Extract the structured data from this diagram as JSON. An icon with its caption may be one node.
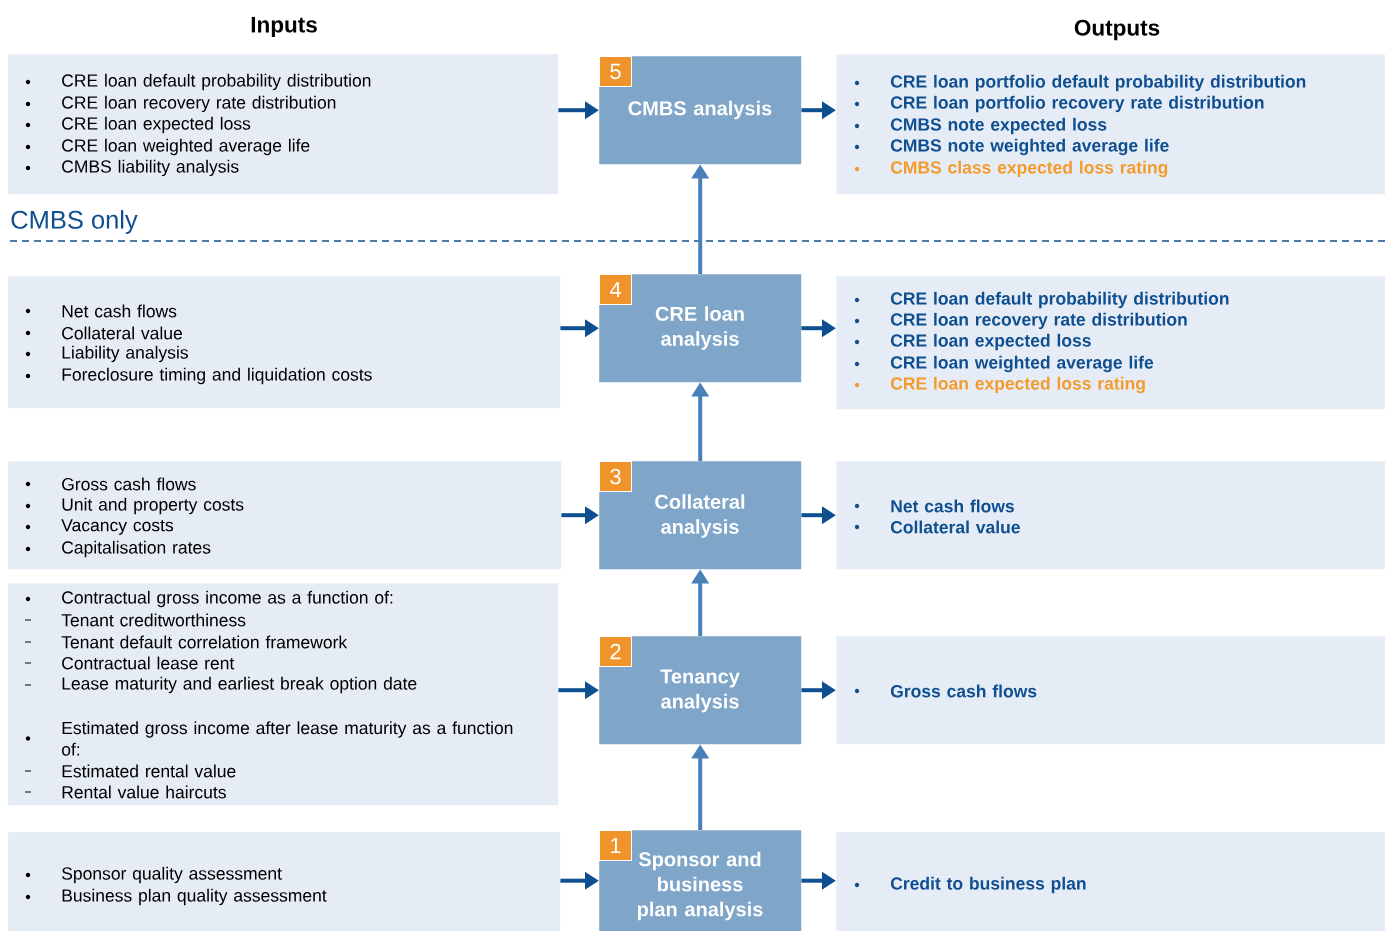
{
  "diagram": {
    "nodes": [
      {
        "text": [
          "CRE loan default probability distribution",
          "CRE loan recovery rate distribution",
          "CRE loan expected loss",
          "CRE loan weighted average life",
          "CMBS liability analysis"
        ]
      },
      {
        "text": [
          "5",
          "CMBS analysis"
        ]
      },
      {
        "text": [
          "CRE loan portfolio default probability distribution",
          "CRE loan portfolio recovery rate distribution",
          "CMBS note expected loss",
          "CMBS note weighted average life",
          "CMBS class expected loss rating"
        ]
      },
      {
        "text": [
          "Net cash flows",
          "Collateral value",
          "Liability analysis",
          "Foreclosure timing and liquidation costs"
        ]
      },
      {
        "text": [
          "4",
          "CRE loan analysis"
        ]
      },
      {
        "text": [
          "CRE loan default probability distribution",
          "CRE loan recovery rate distribution",
          "CRE loan expected loss",
          "CRE loan weighted average life",
          "CRE loan expected loss rating"
        ]
      },
      {
        "text": [
          "Gross cash flows",
          "Unit and property costs",
          "Vacancy costs",
          "Capitalisation rates"
        ]
      },
      {
        "text": [
          "3",
          "Collateral analysis"
        ]
      },
      {
        "text": [
          "Net cash flows",
          "Collateral value"
        ]
      },
      {
        "text": [
          "Contractual gross income as a function of:",
          "Tenant creditworthiness",
          "Tenant default correlation framework",
          "Contractual lease rent",
          "Lease maturity and earliest break option date",
          "Estimated gross income after lease maturity as a function of:",
          "Estimated rental value",
          "Rental value haircuts"
        ]
      },
      {
        "text": [
          "2",
          "Tenancy analysis"
        ]
      },
      {
        "text": [
          "Gross cash flows"
        ]
      },
      {
        "text": [
          "Sponsor quality assessment",
          "Business plan quality assessment"
        ]
      },
      {
        "text": [
          "1",
          "Sponsor and business plan analysis"
        ]
      },
      {
        "text": [
          "Credit to business plan"
        ]
      }
    ],
    "edges": [
      {
        "from": 0,
        "to": 1,
        "arrow": "to"
      },
      {
        "from": 1,
        "to": 2,
        "arrow": "to"
      },
      {
        "from": 3,
        "to": 4,
        "arrow": "to"
      },
      {
        "from": 4,
        "to": 5,
        "arrow": "to"
      },
      {
        "from": 6,
        "to": 7,
        "arrow": "to"
      },
      {
        "from": 7,
        "to": 8,
        "arrow": "to"
      },
      {
        "from": 9,
        "to": 10,
        "arrow": "to"
      },
      {
        "from": 10,
        "to": 11,
        "arrow": "to"
      },
      {
        "from": 12,
        "to": 13,
        "arrow": "to"
      },
      {
        "from": 13,
        "to": 14,
        "arrow": "to"
      },
      {
        "from": 13,
        "to": 10,
        "arrow": "to",
        "color": "#4a80b8"
      },
      {
        "from": 10,
        "to": 7,
        "arrow": "to",
        "color": "#4a80b8"
      },
      {
        "from": 7,
        "to": 4,
        "arrow": "to",
        "color": "#4a80b8"
      },
      {
        "from": 4,
        "to": 1,
        "arrow": "to",
        "color": "#4a80b8"
      }
    ],
    "labels": [
      "Inputs",
      "Outputs",
      "CMBS only"
    ]
  }
}
